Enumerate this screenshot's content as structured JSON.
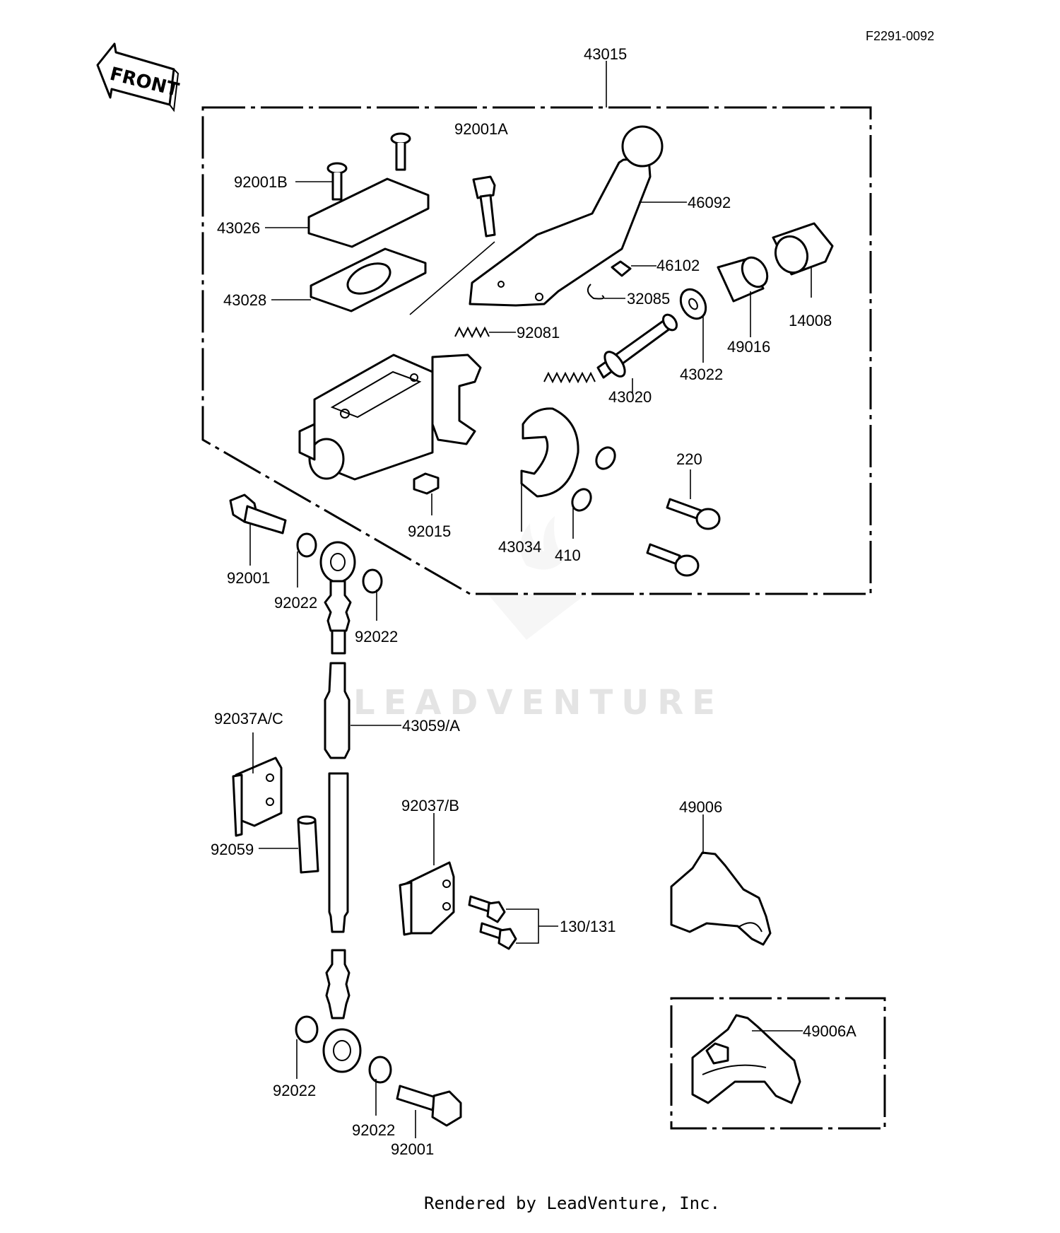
{
  "figure_id": "F2291-0092",
  "front_label": "FRONT",
  "footer": "Rendered by LeadVenture, Inc.",
  "watermark": "LEADVENTURE",
  "labels": {
    "43015": "43015",
    "92001A": "92001A",
    "92001B": "92001B",
    "43026": "43026",
    "43028": "43028",
    "46092": "46092",
    "46102": "46102",
    "32085": "32085",
    "14008": "14008",
    "49016": "49016",
    "43022": "43022",
    "92081": "92081",
    "43020": "43020",
    "220": "220",
    "92015": "92015",
    "43034": "43034",
    "410": "410",
    "92001_top": "92001",
    "92022_a": "92022",
    "92022_b": "92022",
    "43059A": "43059/A",
    "92037AC": "92037A/C",
    "92059": "92059",
    "92037B": "92037/B",
    "130131": "130/131",
    "49006": "49006",
    "49006A": "49006A",
    "92022_c": "92022",
    "92022_d": "92022",
    "92001_bot": "92001"
  }
}
